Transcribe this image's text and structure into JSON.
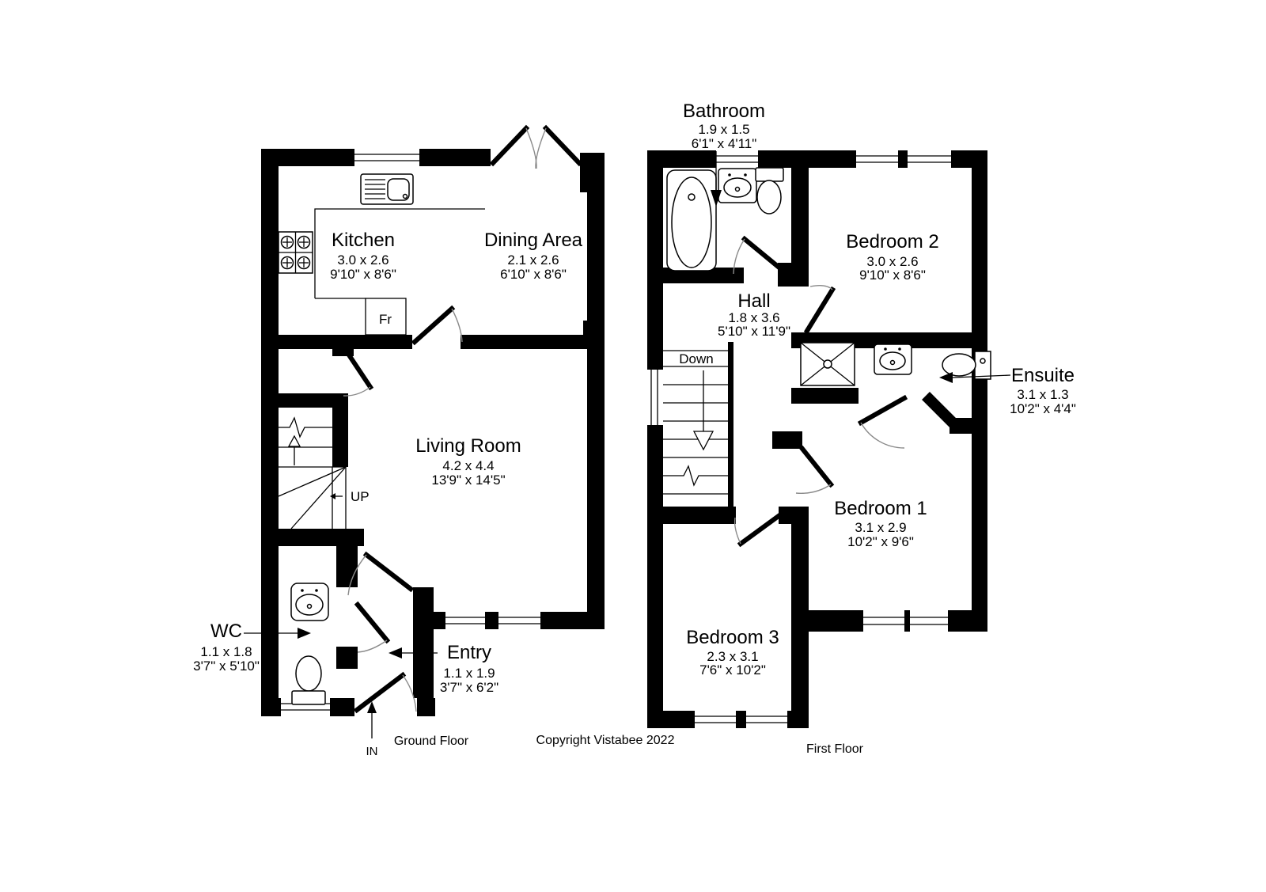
{
  "ground_floor": {
    "caption": "Ground Floor",
    "in_label": "IN",
    "up_label": "UP",
    "fridge_label": "Fr",
    "rooms": {
      "kitchen": {
        "name": "Kitchen",
        "metric": "3.0 x 2.6",
        "imperial": "9'10\" x 8'6\""
      },
      "dining_area": {
        "name": "Dining Area",
        "metric": "2.1 x 2.6",
        "imperial": "6'10\" x 8'6\""
      },
      "living_room": {
        "name": "Living Room",
        "metric": "4.2 x 4.4",
        "imperial": "13'9\" x 14'5\""
      },
      "wc": {
        "name": "WC",
        "metric": "1.1 x 1.8",
        "imperial": "3'7\" x 5'10\""
      },
      "entry": {
        "name": "Entry",
        "metric": "1.1 x 1.9",
        "imperial": "3'7\" x 6'2\""
      }
    }
  },
  "first_floor": {
    "caption": "First Floor",
    "down_label": "Down",
    "rooms": {
      "bathroom": {
        "name": "Bathroom",
        "metric": "1.9 x 1.5",
        "imperial": "6'1\" x 4'11\""
      },
      "hall": {
        "name": "Hall",
        "metric": "1.8 x 3.6",
        "imperial": "5'10\" x 11'9\""
      },
      "bedroom_2": {
        "name": "Bedroom 2",
        "metric": "3.0 x 2.6",
        "imperial": "9'10\" x 8'6\""
      },
      "ensuite": {
        "name": "Ensuite",
        "metric": "3.1 x 1.3",
        "imperial": "10'2\" x 4'4\""
      },
      "bedroom_1": {
        "name": "Bedroom 1",
        "metric": "3.1 x 2.9",
        "imperial": "10'2\" x 9'6\""
      },
      "bedroom_3": {
        "name": "Bedroom 3",
        "metric": "2.3 x 3.1",
        "imperial": "7'6\" x 10'2\""
      }
    }
  },
  "footer": {
    "copyright": "Copyright Vistabee  2022"
  },
  "colors": {
    "wall": "#000000",
    "background": "#ffffff",
    "text": "#000000"
  }
}
